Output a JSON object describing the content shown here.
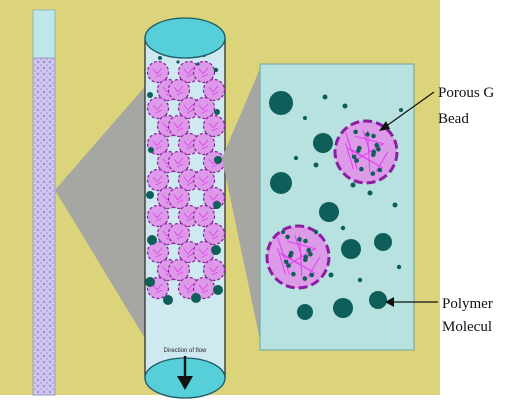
{
  "labels": {
    "bead_line1": "Porous G",
    "bead_line2": "Bead",
    "polymer_line1": "Polymer",
    "polymer_line2": "Molecul",
    "flow": "Direction of flow"
  },
  "colors": {
    "background": "#dcd47a",
    "panel": "#b7e2e0",
    "funnel": "#a6a6a2",
    "column_cap": "#57cfd8",
    "bead_fill": "#dc9ae8",
    "bead_edge": "#8a1fa0",
    "polymer": "#0e5e5a",
    "mesh": "#e040f0"
  }
}
